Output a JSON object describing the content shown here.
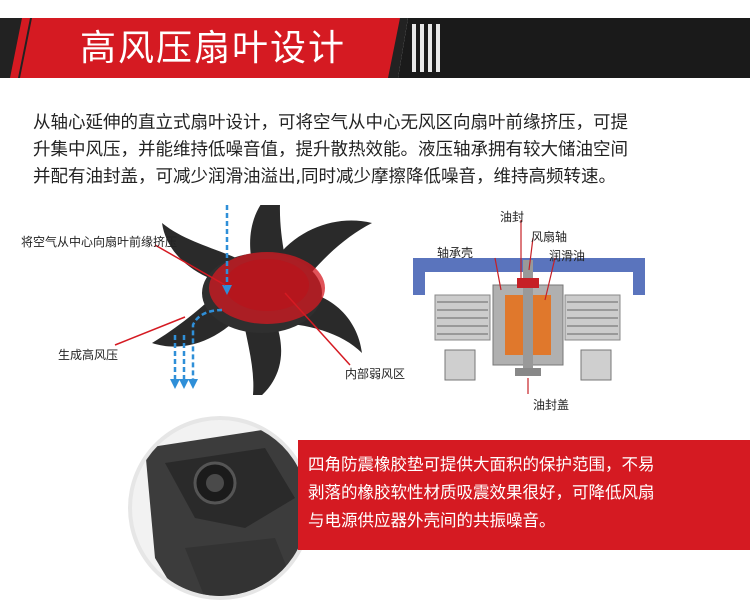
{
  "header": {
    "title": "高风压扇叶设计"
  },
  "intro": {
    "text": "从轴心延伸的直立式扇叶设计，可将空气从中心无风区向扇叶前缘挤压，可提\n升集中风压，并能维持低噪音值，提升散热效能。液压轴承拥有较大储油空间\n并配有油封盖，可减少润滑油溢出,同时减少摩擦降低噪音，维持高频转速。"
  },
  "fan_diagram": {
    "callouts": [
      "将空气从中心向扇叶前缘挤压",
      "生成高风压",
      "内部弱风区"
    ]
  },
  "bearing_diagram": {
    "labels": [
      "油封",
      "风扇轴",
      "轴承壳",
      "润滑油",
      "油封盖"
    ]
  },
  "rubber_pad": {
    "text": "四角防震橡胶垫可提供大面积的保护范围，不易\n剥落的橡胶软性材质吸震效果很好，可降低风扇\n与电源供应器外壳间的共振噪音。"
  },
  "colors": {
    "brand_red": "#d51a22",
    "dark_banner": "#1e1e1e",
    "bearing_frame": "#5a74bd"
  }
}
